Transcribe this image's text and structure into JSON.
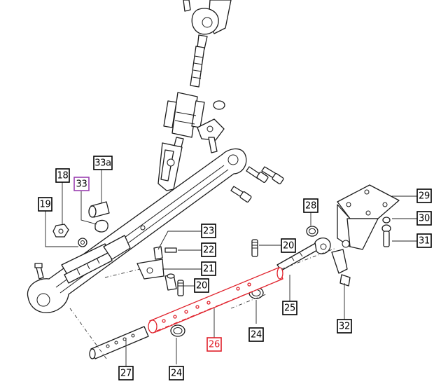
{
  "labels": {
    "l18": "18",
    "l19": "19",
    "l33": "33",
    "l33a": "33a",
    "l23": "23",
    "l22": "22",
    "l21": "21",
    "l20a": "20",
    "l20b": "20",
    "l28": "28",
    "l29": "29",
    "l30": "30",
    "l31": "31",
    "l25": "25",
    "l24a": "24",
    "l24b": "24",
    "l26": "26",
    "l27": "27",
    "l32": "32"
  },
  "colors": {
    "highlight_part": "#e0202a",
    "label_33_box": "#9a3fb0",
    "lines": "#1b1b1b"
  }
}
